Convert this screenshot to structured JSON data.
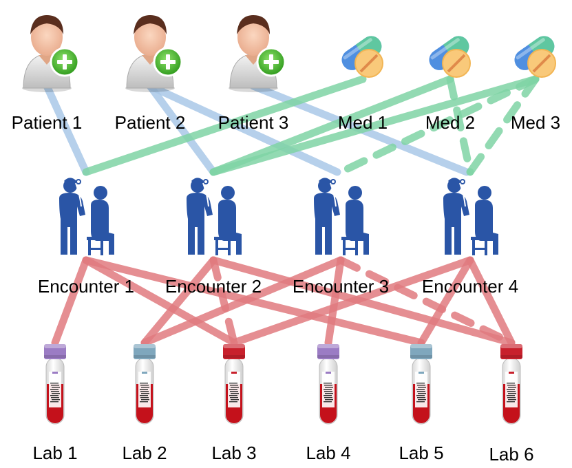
{
  "patients": [
    {
      "label": "Patient 1"
    },
    {
      "label": "Patient 2"
    },
    {
      "label": "Patient 3"
    }
  ],
  "meds": [
    {
      "label": "Med 1"
    },
    {
      "label": "Med 2"
    },
    {
      "label": "Med 3"
    }
  ],
  "encounters": [
    {
      "label": "Encounter 1"
    },
    {
      "label": "Encounter 2"
    },
    {
      "label": "Encounter 3"
    },
    {
      "label": "Encounter 4"
    }
  ],
  "labs": [
    {
      "label": "Lab 1",
      "cap_color": "#9b7cc4"
    },
    {
      "label": "Lab 2",
      "cap_color": "#7fa7bd"
    },
    {
      "label": "Lab 3",
      "cap_color": "#c8202c"
    },
    {
      "label": "Lab 4",
      "cap_color": "#9b7cc4"
    },
    {
      "label": "Lab 5",
      "cap_color": "#7fa7bd"
    },
    {
      "label": "Lab 6",
      "cap_color": "#c8202c"
    }
  ],
  "edges": {
    "patient_encounter": [
      [
        0,
        0
      ],
      [
        1,
        1
      ],
      [
        1,
        2
      ],
      [
        2,
        3
      ]
    ],
    "med_encounter": [
      {
        "med": 0,
        "enc": 0,
        "dashed": false
      },
      {
        "med": 1,
        "enc": 1,
        "dashed": false
      },
      {
        "med": 2,
        "enc": 1,
        "dashed": false
      },
      {
        "med": 2,
        "enc": 2,
        "dashed": true
      },
      {
        "med": 1,
        "enc": 3,
        "dashed": true
      },
      {
        "med": 2,
        "enc": 3,
        "dashed": true
      }
    ],
    "encounter_lab": [
      {
        "enc": 0,
        "lab": 0,
        "dashed": false
      },
      {
        "enc": 0,
        "lab": 2,
        "dashed": false
      },
      {
        "enc": 0,
        "lab": 4,
        "dashed": false
      },
      {
        "enc": 1,
        "lab": 1,
        "dashed": false
      },
      {
        "enc": 1,
        "lab": 2,
        "dashed": true
      },
      {
        "enc": 1,
        "lab": 5,
        "dashed": false
      },
      {
        "enc": 2,
        "lab": 1,
        "dashed": false
      },
      {
        "enc": 2,
        "lab": 3,
        "dashed": false
      },
      {
        "enc": 3,
        "lab": 2,
        "dashed": false
      },
      {
        "enc": 3,
        "lab": 4,
        "dashed": false
      },
      {
        "enc": 3,
        "lab": 5,
        "dashed": false
      },
      {
        "enc": 2,
        "lab": 5,
        "dashed": true
      }
    ]
  },
  "colors": {
    "patient_edge": "#a9c8e8",
    "med_edge": "#7fd3a4",
    "lab_edge": "#e07a7f",
    "clinician": "#2a55a6",
    "blood": "#c4111b"
  },
  "icons": {
    "patient": "patient-add-icon",
    "med": "pill-icon",
    "encounter": "clinician-patient-icon",
    "lab": "blood-tube-icon"
  }
}
